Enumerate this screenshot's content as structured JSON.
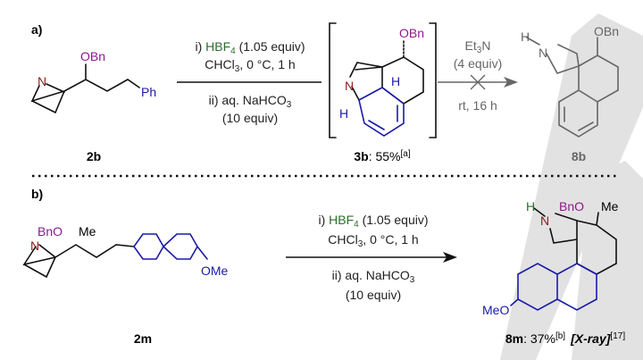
{
  "colors": {
    "heteroatom_N": "#8b1a1a",
    "oxygen_group": "#8b1a8b",
    "aryl": "#1a1aa8",
    "reagent": "#2e6b2e",
    "grey": "#666666",
    "watermark": "#d9d9d9"
  },
  "panel_a": {
    "label": "a)",
    "sm": {
      "id": "2b",
      "N": "N",
      "OBn": "OBn",
      "Ph": "Ph"
    },
    "step1": {
      "reagent": "HBF",
      "reagent_sub": "4",
      "i_prefix": "i) ",
      "i_suffix": " (1.05 equiv)",
      "line2a": "CHCl",
      "line2_sub": "3",
      "line2b": ", 0 °C, 1 h",
      "ii_a": "ii) aq. NaHCO",
      "ii_sub": "3",
      "ii_b": "(10 equiv)"
    },
    "intermediate": {
      "id": "3b",
      "yield": ": 55%",
      "note": "[a]",
      "N": "N",
      "OBn": "OBn",
      "H1": "H",
      "H2": "H"
    },
    "step2": {
      "line1a": "Et",
      "line1_sub": "3",
      "line1b": "N",
      "line2": "(4 equiv)",
      "line3": "rt, 16 h",
      "blocked": "×"
    },
    "product": {
      "id": "8b",
      "H": "H",
      "N": "N",
      "OBn": "OBn"
    }
  },
  "panel_b": {
    "label": "b)",
    "sm": {
      "id": "2m",
      "N": "N",
      "BnO": "BnO",
      "Me": "Me",
      "OMe": "OMe"
    },
    "step": {
      "i_prefix": "i) ",
      "reagent": "HBF",
      "reagent_sub": "4",
      "i_suffix": " (1.05 equiv)",
      "line2a": "CHCl",
      "line2_sub": "3",
      "line2b": ", 0 °C, 1 h",
      "ii_a": "ii) aq. NaHCO",
      "ii_sub": "3",
      "ii_b": "(10 equiv)"
    },
    "product": {
      "id": "8m",
      "yield": ": 37%",
      "note": "[b]",
      "xray": "[X-ray]",
      "ref": "[17]",
      "H": "H",
      "N": "N",
      "BnO": "BnO",
      "Me": "Me",
      "MeO": "MeO"
    }
  }
}
